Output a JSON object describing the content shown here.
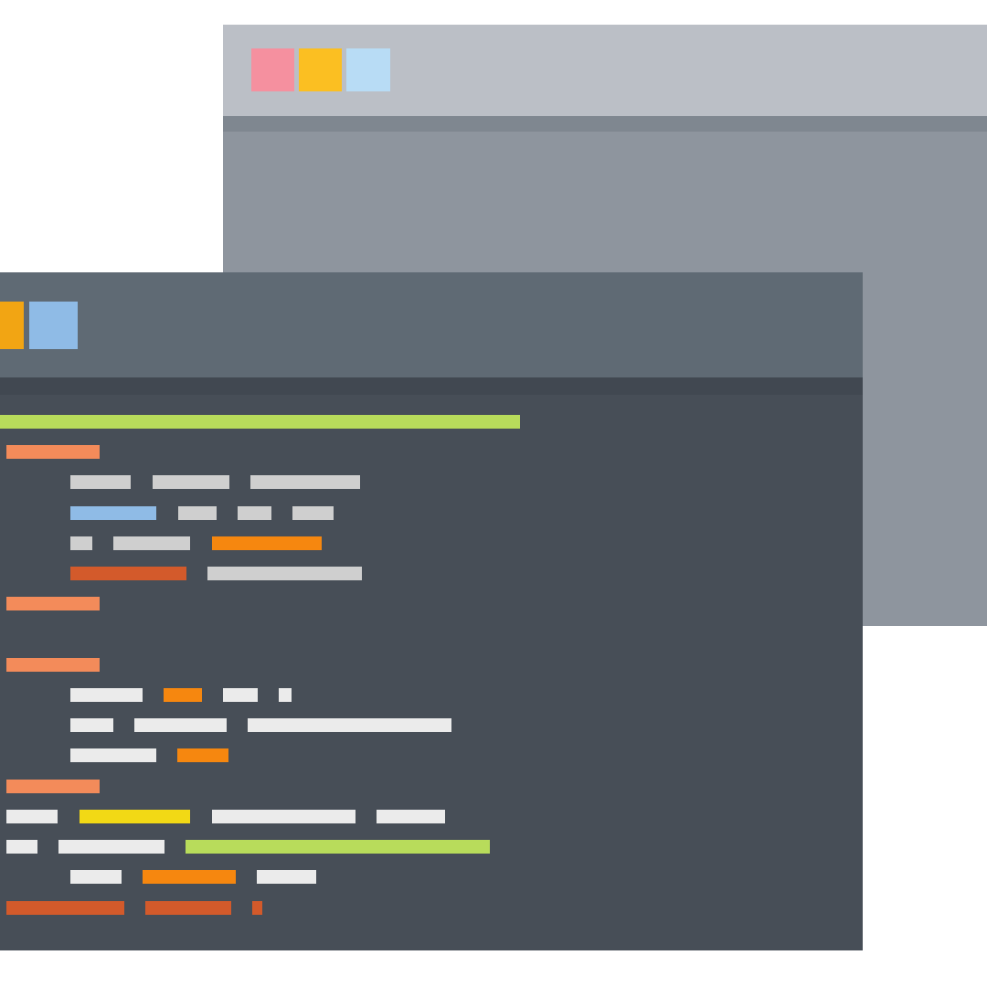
{
  "colors": {
    "background": "#ffffff",
    "back_window_body": "#8e959e",
    "back_window_titlebar": "#bbbfc6",
    "front_window_body": "#474e57",
    "front_window_titlebar": "#5f6a74"
  },
  "back_window": {
    "buttons": [
      {
        "name": "close-button",
        "icon": "square-button",
        "color": "#f5909f"
      },
      {
        "name": "minimize-button",
        "icon": "square-button",
        "color": "#fbbf22"
      },
      {
        "name": "maximize-button",
        "icon": "square-button",
        "color": "#b8dcf5"
      }
    ]
  },
  "front_window": {
    "buttons": [
      {
        "name": "minimize-button",
        "icon": "square-button",
        "color": "#f2a513"
      },
      {
        "name": "maximize-button",
        "icon": "square-button",
        "color": "#8fbbe6"
      }
    ]
  },
  "code_line_colors": {
    "green": "#b8dc5b",
    "salmon": "#f38b5a",
    "gray": "#cfcfcf",
    "blue": "#8fbbe6",
    "orange": "#f6870f",
    "rust": "#d35a2b",
    "white": "#ebebeb",
    "yellow": "#f2d915"
  }
}
